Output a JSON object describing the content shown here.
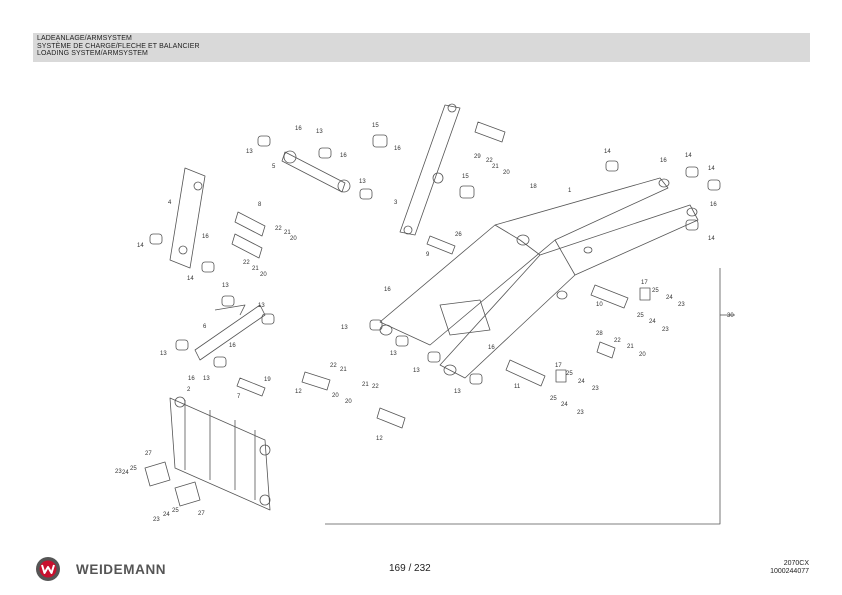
{
  "header": {
    "title_de": "LADEANLAGE/ARMSYSTEM",
    "title_fr": "SYSTÈME DE CHARGE/FLECHE ET BALANCIER",
    "title_en": "LOADING SYSTEM/ARMSYSTEM"
  },
  "footer": {
    "brand": "WEIDEMANN",
    "page_indicator": "169 / 232",
    "model": "2070CX",
    "document_number": "1000244077"
  },
  "diagram": {
    "callouts": [
      "1",
      "2",
      "3",
      "4",
      "5",
      "6",
      "7",
      "8",
      "9",
      "10",
      "11",
      "12",
      "13",
      "14",
      "15",
      "16",
      "17",
      "18",
      "19",
      "20",
      "21",
      "22",
      "23",
      "24",
      "25",
      "26",
      "27",
      "28",
      "29",
      "30"
    ]
  },
  "colors": {
    "header_bg": "#d9d9d9",
    "line": "#555555",
    "logo_red": "#c8102e"
  }
}
